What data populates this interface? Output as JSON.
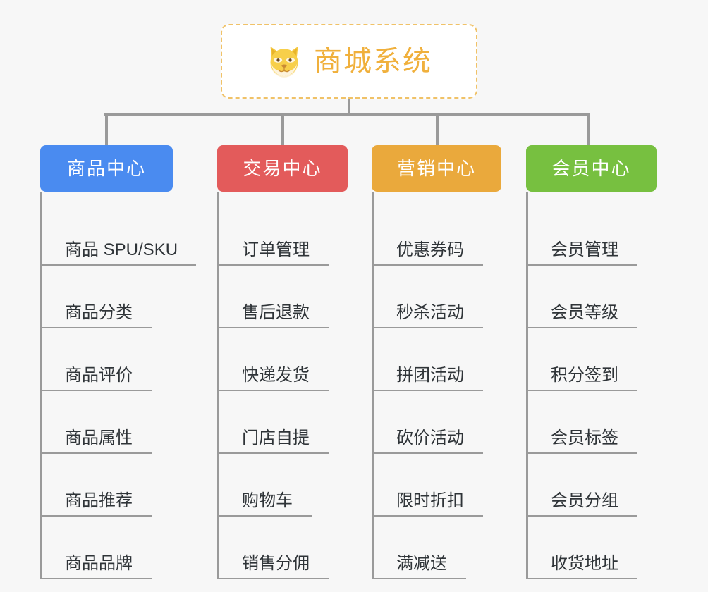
{
  "theme": {
    "background": "#f7f7f7",
    "connector_color": "#9a9a9a",
    "leaf_text_color": "#2f3438",
    "root_border_color": "#f0c268",
    "root_text_color": "#f0b03c"
  },
  "root": {
    "title": "商城系统",
    "icon": "shiba-inu-face-icon"
  },
  "columns": [
    {
      "id": "product-center",
      "label": "商品中心",
      "color": "#4a8bf0",
      "items": [
        "商品 SPU/SKU",
        "商品分类",
        "商品评价",
        "商品属性",
        "商品推荐",
        "商品品牌"
      ]
    },
    {
      "id": "trade-center",
      "label": "交易中心",
      "color": "#e35b5b",
      "items": [
        "订单管理",
        "售后退款",
        "快递发货",
        "门店自提",
        "购物车",
        "销售分佣"
      ]
    },
    {
      "id": "marketing-center",
      "label": "营销中心",
      "color": "#eaa93c",
      "items": [
        "优惠券码",
        "秒杀活动",
        "拼团活动",
        "砍价活动",
        "限时折扣",
        "满减送"
      ]
    },
    {
      "id": "member-center",
      "label": "会员中心",
      "color": "#77c040",
      "items": [
        "会员管理",
        "会员等级",
        "积分签到",
        "会员标签",
        "会员分组",
        "收货地址"
      ]
    }
  ]
}
